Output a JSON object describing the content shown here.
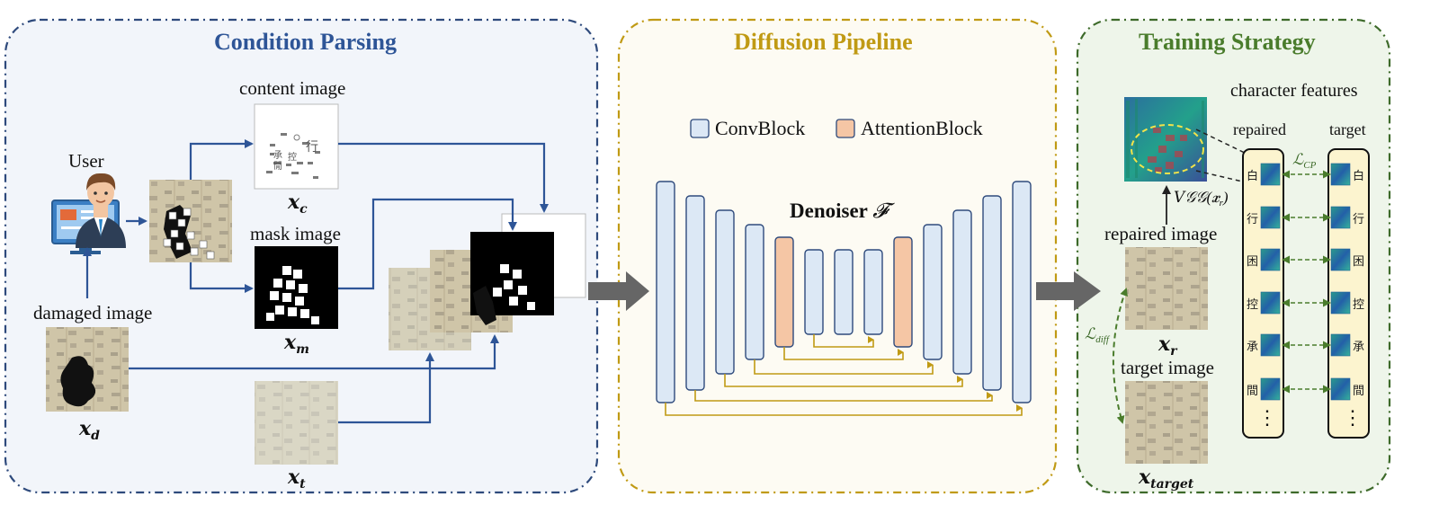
{
  "panels": {
    "condition": {
      "title": "Condition Parsing",
      "color": "#2e5597"
    },
    "diffusion": {
      "title": "Diffusion Pipeline",
      "color": "#c09a14"
    },
    "training": {
      "title": "Training Strategy",
      "color": "#4a7c2c"
    }
  },
  "condition": {
    "user_label": "User",
    "content_image_label": "content image",
    "mask_image_label": "mask image",
    "damaged_image_label": "damaged image",
    "x_c": {
      "base": "x",
      "sub": "c"
    },
    "x_m": {
      "base": "x",
      "sub": "m"
    },
    "x_d": {
      "base": "x",
      "sub": "d"
    },
    "x_t": {
      "base": "x",
      "sub": "t"
    },
    "content_chars": [
      "行",
      "承",
      "閒",
      "控"
    ]
  },
  "diffusion": {
    "legend_conv": "ConvBlock",
    "legend_attn": "AttentionBlock",
    "conv_color": "#dce8f5",
    "attn_color": "#f5c6a5",
    "denoiser_label": "Denoiser",
    "denoiser_symbol": "𝓕"
  },
  "training": {
    "char_features_label": "character features",
    "repaired_col_label": "repaired",
    "target_col_label": "target",
    "l_cp": "ℒ",
    "l_cp_sub": "CP",
    "vgg_label": "𝑉𝒢𝒢(𝒙",
    "vgg_sub": "r",
    "vgg_close": ")",
    "repaired_image_label": "repaired image",
    "target_image_label": "target image",
    "l_diff": "ℒ",
    "l_diff_sub": "diff",
    "x_r": {
      "base": "x",
      "sub": "r"
    },
    "x_target": {
      "base": "x",
      "sub": "target"
    },
    "characters": [
      "白",
      "行",
      "困",
      "控",
      "承",
      "間"
    ],
    "ellipsis": "⋮"
  }
}
